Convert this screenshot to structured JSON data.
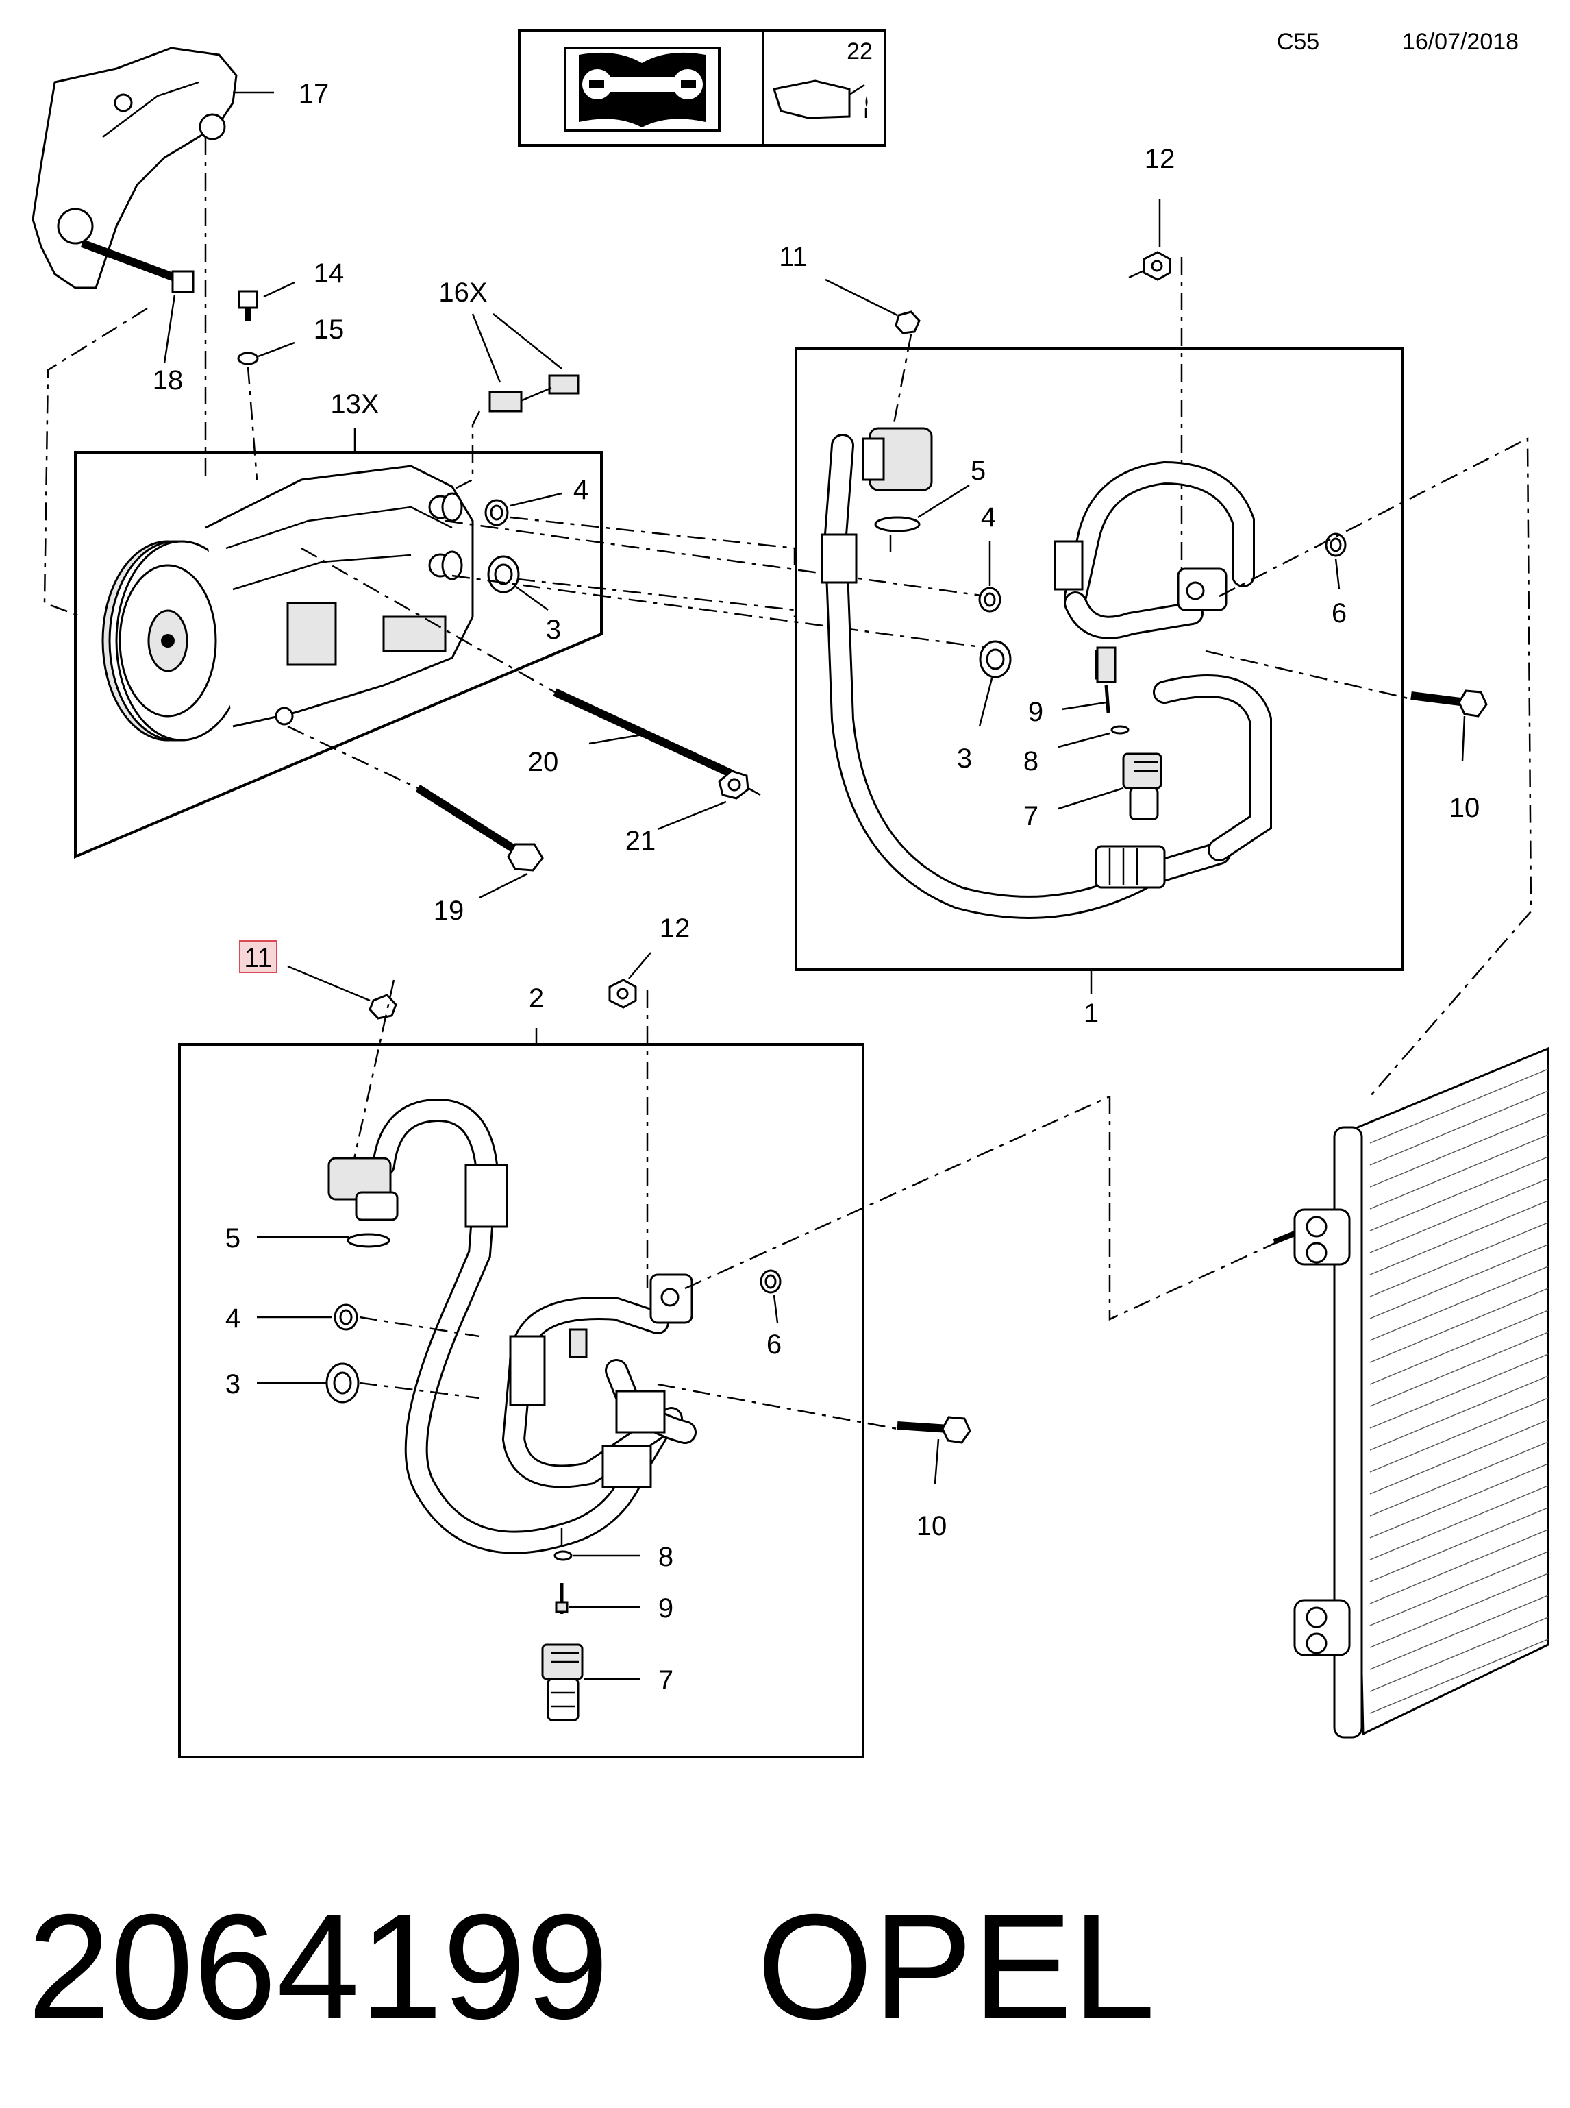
{
  "header": {
    "page_code": "C55",
    "date": "16/07/2018",
    "note_number": "22"
  },
  "callouts": {
    "c17": "17",
    "c14": "14",
    "c15": "15",
    "c18": "18",
    "c16x": "16X",
    "c13x": "13X",
    "c4a": "4",
    "c3a": "3",
    "c20": "20",
    "c21": "21",
    "c19": "19",
    "c11a": "11",
    "c12a": "12",
    "c5a": "5",
    "c4b": "4",
    "c6a": "6",
    "c9a": "9",
    "c3b": "3",
    "c8a": "8",
    "c7a": "7",
    "c10a": "10",
    "c1": "1",
    "c11b": "11",
    "c12b": "12",
    "c2": "2",
    "c5b": "5",
    "c4c": "4",
    "c3c": "3",
    "c6b": "6",
    "c10b": "10",
    "c8b": "8",
    "c9b": "9",
    "c7b": "7"
  },
  "footer": {
    "part_number": "2064199",
    "brand": "OPEL"
  },
  "colors": {
    "highlight_fill": "#f7d6d8",
    "highlight_border": "#d84a55"
  }
}
